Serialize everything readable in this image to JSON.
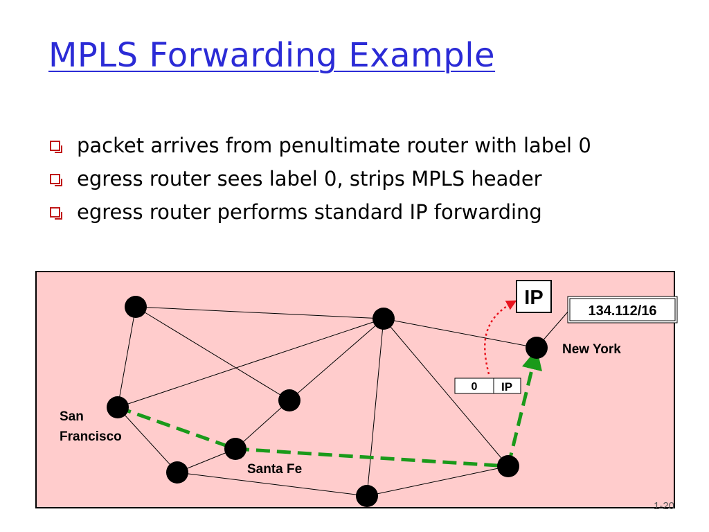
{
  "slide": {
    "title": "MPLS Forwarding Example",
    "bullets": [
      "packet arrives from penultimate router with label 0",
      "egress router sees label 0, strips MPLS header",
      "egress router performs standard IP forwarding"
    ],
    "page_number": "1-20"
  },
  "diagram": {
    "labels": {
      "san_francisco_line1": "San",
      "san_francisco_line2": "Francisco",
      "santa_fe": "Santa Fe",
      "new_york": "New York"
    },
    "packet": {
      "label_value": "0",
      "payload": "IP"
    },
    "ip_box": "IP",
    "prefix_box": "134.112/16",
    "colors": {
      "background": "#ffcccc",
      "path": "#1a9a1a",
      "forward_arrow": "#e8141e",
      "node": "#000000"
    }
  }
}
